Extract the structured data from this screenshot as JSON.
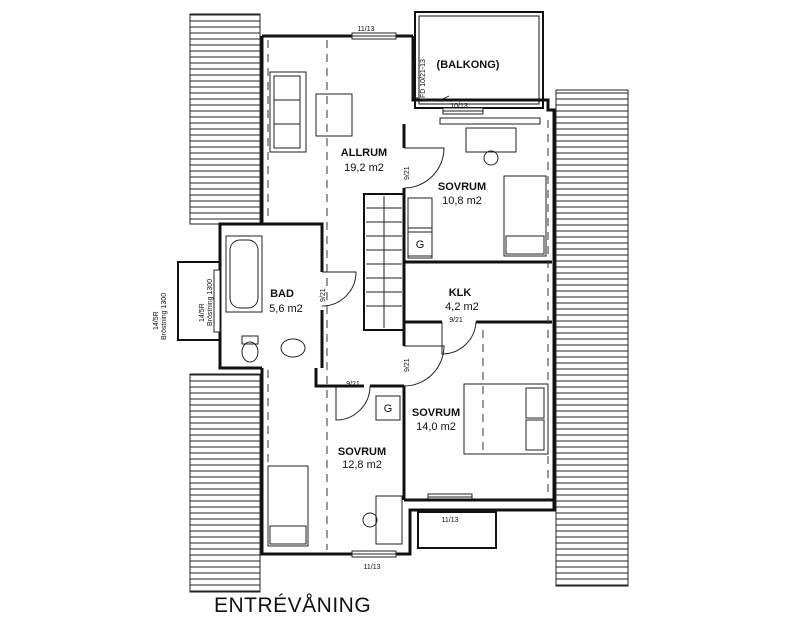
{
  "floor_title": "ENTRÉVÅNING",
  "rooms": {
    "balcony": {
      "name": "(BALKONG)"
    },
    "allrum": {
      "name": "ALLRUM",
      "area": "19,2 m2"
    },
    "sovrum_top": {
      "name": "SOVRUM",
      "area": "10,8 m2"
    },
    "klk": {
      "name": "KLK",
      "area": "4,2 m2"
    },
    "bad": {
      "name": "BAD",
      "area": "5,6 m2"
    },
    "sovrum_mid": {
      "name": "SOVRUM",
      "area": "14,0 m2"
    },
    "sovrum_bottom": {
      "name": "SOVRUM",
      "area": "12,8 m2"
    }
  },
  "appliances": {
    "g1": "G",
    "g2": "G"
  },
  "labels": {
    "win_top": "11/13",
    "win_balcony": "10/13",
    "balcony_door": "FD 10/21-13",
    "door_allrum": "9/21",
    "door_bad": "9/21",
    "door_klk": "9/21",
    "door_sovrum_mid": "9/21",
    "door_sovrum_bottom": "9/21",
    "win_bottom_right": "11/13",
    "win_bottom": "11/13",
    "dormer_left_a": "14/5R",
    "dormer_left_b": "Bröstning 1300",
    "dormer_inner_a": "14/5R",
    "dormer_inner_b": "Bröstning 1300"
  },
  "colors": {
    "wall": "#111111",
    "background": "#ffffff"
  }
}
